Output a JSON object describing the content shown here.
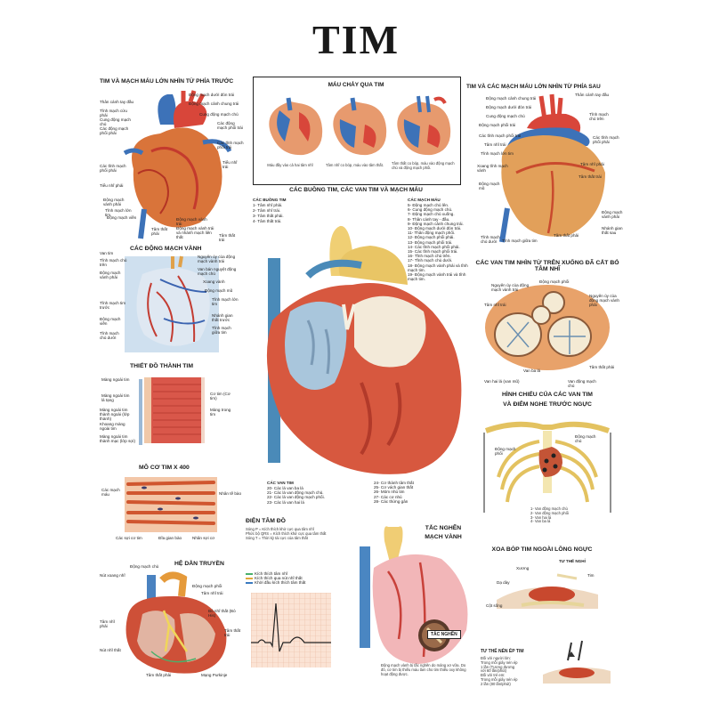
{
  "title": "TIM",
  "sections": {
    "front": {
      "title": "TIM VÀ MẠCH MÁU LỚN NHÌN TỪ PHÍA TRƯỚC",
      "labels": [
        "Thân cánh tay đầu",
        "Tĩnh mạch cửu phải",
        "Cung động mạch chủ",
        "Các động mạch phổi phải",
        "Động mạch dưới đòn trái",
        "Động mạch cảnh chung trái",
        "Cung động mạch chủ",
        "Các động mạch phổi trái",
        "Các tĩnh mạch phổi trái",
        "Các tĩnh mạch phổi phải",
        "Tiểu nhĩ phải",
        "Tiểu nhĩ trái",
        "Động mạch vành phải",
        "Động mạch vành trái",
        "Tĩnh mạch lớn tim",
        "Động mạch viền",
        "Tâm thất phải",
        "Động mạch vành trái và nhánh mạch liên thất",
        "Tâm thất trái"
      ]
    },
    "flow": {
      "title": "MÁU CHẢY QUA TIM",
      "captions": [
        "Máu đầy vào cả hai tâm nhĩ",
        "Tâm nhĩ co bóp, máu vào tâm thất.",
        "Tâm thất co bóp, máu vào động mạch chủ và động mạch phổi."
      ]
    },
    "back": {
      "title": "TIM VÀ CÁC MẠCH MÁU LỚN NHÌN TỪ PHÍA SAU",
      "labels": [
        "Động mạch cảnh chung trái",
        "Động mạch dưới đòn trái",
        "Cung động mạch chủ",
        "Động mạch phổi trái",
        "Các tĩnh mạch phổi trái",
        "Tâm nhĩ trái",
        "Tĩnh mạch lớn tim",
        "Xoang tĩnh mạch vành",
        "Động mạch mũ",
        "Tâm thất trái",
        "Tĩnh mạch chủ dưới",
        "Tĩnh mạch giữa tim",
        "Tâm thất phải",
        "Động mạch vành phải",
        "Nhánh gian thất sau",
        "Thân cánh tay đầu",
        "Tĩnh mạch chủ trên",
        "Các tĩnh mạch phổi phải",
        "Tâm nhĩ phải"
      ]
    },
    "chambers": {
      "title": "CÁC BUỒNG TIM, CÁC VAN TIM VÀ MẠCH MÁU",
      "col1_head": "CÁC BUỒNG TIM",
      "col1": [
        "1- Tâm nhĩ phải.",
        "2- Tâm nhĩ trái.",
        "3- Tâm thất phải.",
        "4- Tâm thất trái."
      ],
      "col2_head": "CÁC MẠCH MÁU",
      "col2": [
        "5- Động mạch chủ lên.",
        "6- Cung động mạch chủ.",
        "7- Động mạch chủ xuống.",
        "8- Thân cánh tay - đầu.",
        "9- Động mạch cảnh chung trái.",
        "10- Động mạch dưới đòn trái.",
        "11- Thân động mạch phổi.",
        "12- Động mạch phổi phải.",
        "13- Động mạch phổi trái.",
        "14- Các tĩnh mạch phổi phải.",
        "15- Các tĩnh mạch phổi trái.",
        "16- Tĩnh mạch chủ trên.",
        "17- Tĩnh mạch chủ dưới.",
        "18- Động mạch vành phải và tĩnh mạch tim.",
        "19- Động mạch vành trái và tĩnh mạch tim."
      ],
      "valves_head": "CÁC VAN TIM",
      "valves": [
        "20- Các lá van ba lá",
        "21- Các lá van động mạch chủ.",
        "22- Các lá van động mạch phổi.",
        "23- Các lá van hai lá"
      ],
      "others": [
        "24- Cơ thành tâm thất",
        "25- Cơ vách gian thất",
        "26- Mỏm nhú tim",
        "27- Các cơ nhú",
        "28- Các thừng gân"
      ]
    },
    "valves_top": {
      "title": "CÁC VAN TIM NHÌN TỪ TRÊN XUỐNG ĐÃ CẮT BỎ TÂM NHĨ",
      "labels": [
        "Nguyên ủy của động mạch vành trái",
        "Động mạch phổi",
        "Nguyên ủy của động mạch vành phải",
        "Van ba lá",
        "Van hai lá (van mũ)",
        "Van động mạch chủ",
        "Tâm nhĩ trái",
        "Tâm thất phải"
      ]
    },
    "coronary": {
      "title": "CÁC ĐỘNG MẠCH VÀNH",
      "labels": [
        "Van tim",
        "Tĩnh mạch chủ trên",
        "Động mạch vành phải",
        "Tĩnh mạch tim trước",
        "Động mạch viền",
        "Tĩnh mạch chủ dưới",
        "Nguyên ủy của động mạch vành trái",
        "Van bán nguyệt động mạch chủ",
        "Xoang vành",
        "Động mạch mũ",
        "Tĩnh mạch lớn tim",
        "Nhánh gian thất trước",
        "Tĩnh mạch giữa tim"
      ]
    },
    "wall": {
      "title": "THIẾT ĐỒ THÀNH TIM",
      "labels": [
        "Màng ngoài tim",
        "Màng ngoài tim lá tạng",
        "Màng ngoài tim thành ngoài (lớp thành)",
        "Khoang màng ngoài tim",
        "Màng ngoài tim thành mạc (lớp sợi)",
        "Cơ tim (Cơ tim)",
        "Màng trong tim"
      ]
    },
    "muscle": {
      "title": "MÔ CƠ TIM X 400",
      "labels": [
        "Các mạch máu",
        "Các sợi cơ tim",
        "Đĩa gian bào",
        "Nhân tế bào",
        "Nhân sợi cơ"
      ]
    },
    "conduction": {
      "title": "HỆ DẪN TRUYỀN",
      "labels": [
        "Động mạch chủ",
        "Nút xoang nhĩ",
        "Tâm nhĩ phải",
        "Nút nhĩ thất",
        "Tâm thất phải",
        "Động mạch phổi",
        "Tâm nhĩ trái",
        "Bó nhĩ thất (Bó His)",
        "Tâm thất trái",
        "Mạng Purkinje"
      ],
      "legend": [
        "Kích thích tâm nhĩ",
        "Kích thích qua nút nhĩ thất",
        "Khởi đầu kích thích tâm thất"
      ]
    },
    "ecg": {
      "title": "ĐIỆN TÂM ĐỒ",
      "notes": [
        "Sóng P = Kích thích khử cực qua tâm nhĩ",
        "Phức bộ QRS = Kích thích khử cực qua tâm thất",
        "Sóng T = Thời kỳ tái cực của tâm thất"
      ]
    },
    "occlusion": {
      "title_line1": "TẮC NGHẼN",
      "title_line2": "MẠCH VÀNH",
      "tag": "TẮC NGHẼN",
      "caption": "Động mạch vành bị tắc nghẽn do mảng xơ vữa. Do đó, cơ tim bị thiếu máu làm cho tim thiếu oxy không hoạt động được."
    },
    "projection": {
      "title_line1": "HÌNH CHIẾU CỦA CÁC VAN TIM",
      "title_line2": "VÀ ĐIỂM NGHE TRƯỚC NGỰC",
      "labels": [
        "Động mạch phổi",
        "Động mạch chủ",
        "1- Van động mạch chủ",
        "2- Van động mạch phổi",
        "3- Van hai lá",
        "4- Van ba lá"
      ]
    },
    "cpr": {
      "title": "XOA BÓP TIM NGOÀI LỒNG NGỰC",
      "labels": [
        "TƯ THẾ NGHỈ",
        "Xương",
        "Dạ dày",
        "Cột sống",
        "Tim"
      ],
      "title2": "TƯ THẾ NÉN ÉP TIM",
      "notes": [
        "Đối với người lớn:",
        "Trong mỗi giây nén ép",
        "1 lần (Tương đương",
        "với 60 lần/phút)",
        "Đối với trẻ em:",
        "Trong mỗi giây nén ép",
        "2 lần (80 lần/phút)"
      ]
    }
  }
}
